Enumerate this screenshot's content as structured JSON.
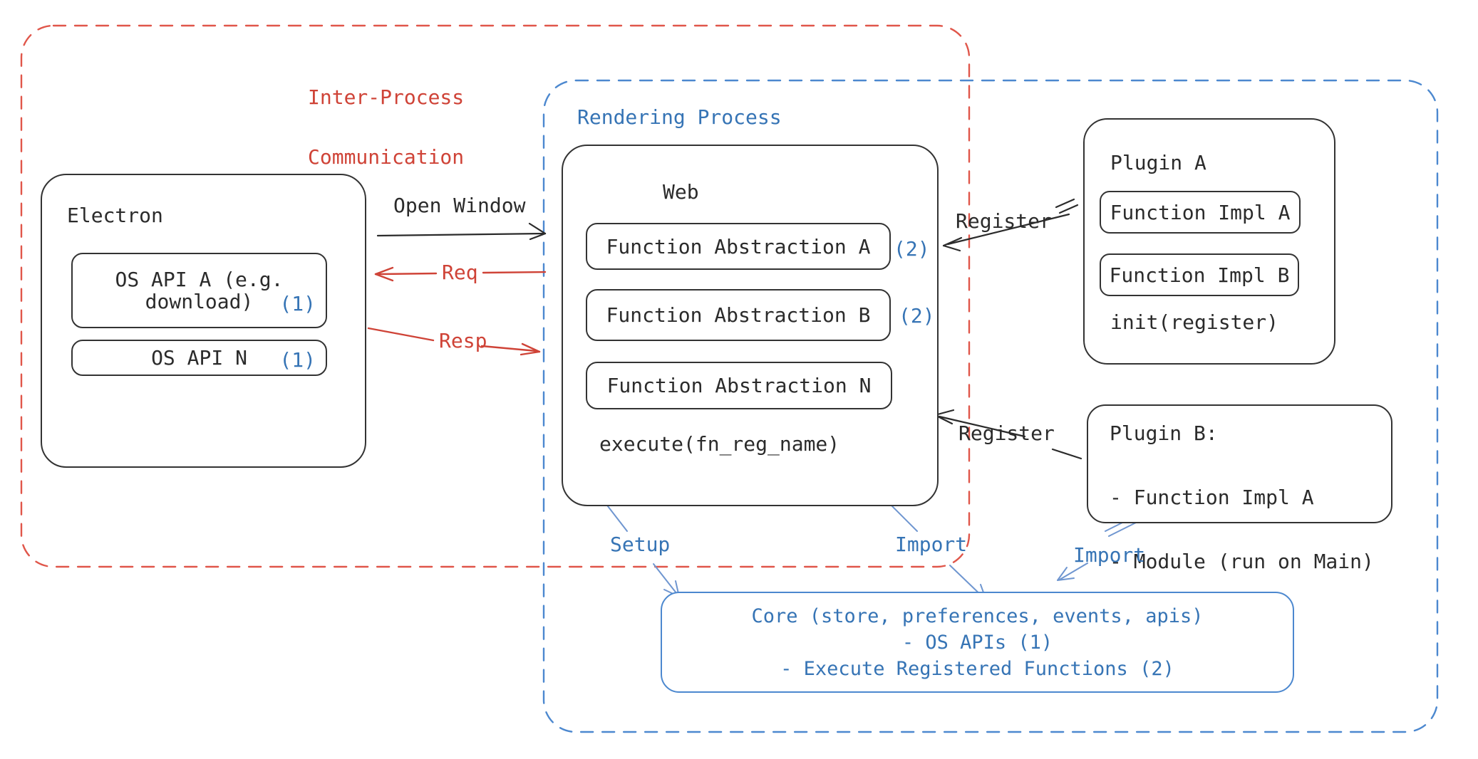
{
  "colors": {
    "ink": "#2b2b2b",
    "box_border": "#333333",
    "red": "#cf4337",
    "red_dash": "#e0564a",
    "blue_text": "#3674b5",
    "blue_dash": "#4c88cf",
    "blue_arrow": "#6f96d0"
  },
  "ipc": {
    "title_line1": "Inter-Process",
    "title_line2": "Communication"
  },
  "rendering": {
    "title": "Rendering Process"
  },
  "electron": {
    "title": "Electron",
    "os_api_a_line1": "OS API A (e.g.",
    "os_api_a_line2": "download)",
    "os_api_a_badge": "(1)",
    "os_api_n_label": "OS API N",
    "os_api_n_badge": "(1)"
  },
  "ipc_arrows": {
    "open_window": "Open Window",
    "req": "Req",
    "resp": "Resp"
  },
  "web": {
    "title": "Web",
    "fa_a": "Function Abstraction A",
    "fa_a_badge": "(2)",
    "fa_b": "Function Abstraction B",
    "fa_b_badge": "(2)",
    "fa_n": "Function Abstraction N",
    "execute_label": "execute(fn_reg_name)"
  },
  "plugin_a": {
    "title": "Plugin A",
    "impl_a": "Function Impl A",
    "impl_b": "Function Impl B",
    "init_label": "init(register)"
  },
  "plugin_b": {
    "line1": "Plugin B:",
    "line2": "- Function Impl A",
    "line3": "- Module (run on Main)"
  },
  "register_top": "Register",
  "register_bottom": "Register",
  "setup_label": "Setup",
  "import_web_label": "Import",
  "import_plugin_label": "Import",
  "core": {
    "line1": "Core (store, preferences, events, apis)",
    "line2": "- OS APIs (1)",
    "line3": "- Execute Registered Functions (2)"
  }
}
